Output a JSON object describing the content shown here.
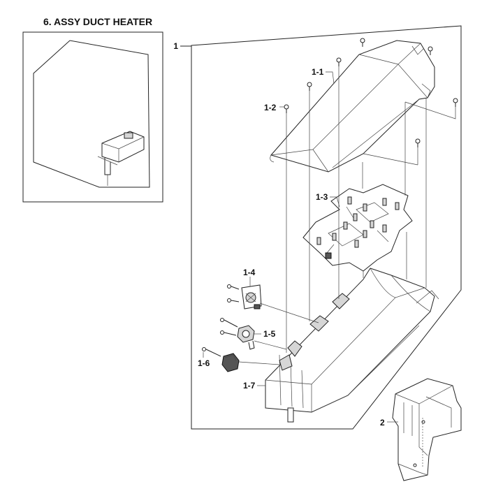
{
  "title": "6. ASSY DUCT HEATER",
  "labels": {
    "l1": "1",
    "l1_1": "1-1",
    "l1_2": "1-2",
    "l1_3": "1-3",
    "l1_4": "1-4",
    "l1_5": "1-5",
    "l1_6": "1-6",
    "l1_7": "1-7",
    "l2": "2"
  }
}
